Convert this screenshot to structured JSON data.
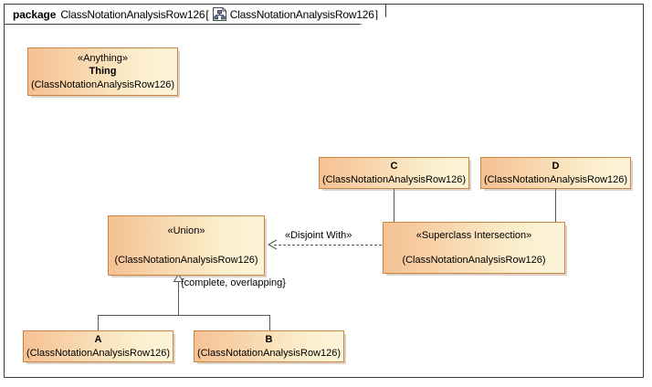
{
  "package": {
    "keyword": "package",
    "name": "ClassNotationAnalysisRow126",
    "bracket_open": "[",
    "bracket_close": "]",
    "diagram_icon": "class-diagram-icon",
    "diagram_name": "ClassNotationAnalysisRow126"
  },
  "classes": [
    {
      "id": "thing",
      "stereotype": "«Anything»",
      "name": "Thing",
      "qualifier": "(ClassNotationAnalysisRow126)"
    },
    {
      "id": "c",
      "stereotype": "",
      "name": "C",
      "qualifier": "(ClassNotationAnalysisRow126)"
    },
    {
      "id": "d",
      "stereotype": "",
      "name": "D",
      "qualifier": "(ClassNotationAnalysisRow126)"
    },
    {
      "id": "union",
      "stereotype": "«Union»",
      "name": "",
      "qualifier": "(ClassNotationAnalysisRow126)"
    },
    {
      "id": "superclass_intersection",
      "stereotype": "«Superclass Intersection»",
      "name": "",
      "qualifier": "(ClassNotationAnalysisRow126)"
    },
    {
      "id": "a",
      "stereotype": "",
      "name": "A",
      "qualifier": "(ClassNotationAnalysisRow126)"
    },
    {
      "id": "b",
      "stereotype": "",
      "name": "B",
      "qualifier": "(ClassNotationAnalysisRow126)"
    }
  ],
  "edges": {
    "disjoint_with_label": "«Disjoint With»",
    "generalization_constraint": "{complete, overlapping}"
  },
  "colors": {
    "box_fill_left": "#F6C193",
    "box_fill_right": "#FCF4D8",
    "box_border": "#C8853F",
    "frame_border": "#3D3D3D",
    "connector": "#555555",
    "canvas_background": "#FFFFFF"
  }
}
